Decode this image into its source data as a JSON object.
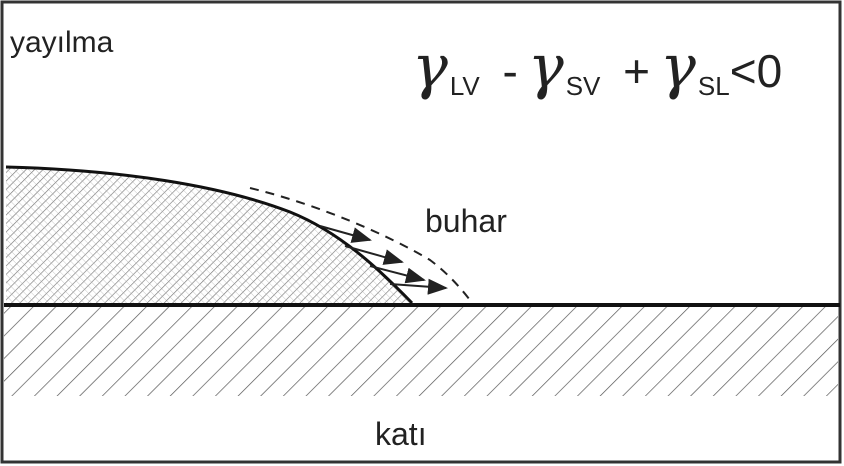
{
  "labels": {
    "title": "yayılma",
    "vapor": "buhar",
    "solid": "katı"
  },
  "formula": {
    "symbol": "γ",
    "sub1": "LV",
    "op1": "-",
    "sub2": "SV",
    "op2": "+",
    "sub3": "SL",
    "tail": "<0"
  }
}
